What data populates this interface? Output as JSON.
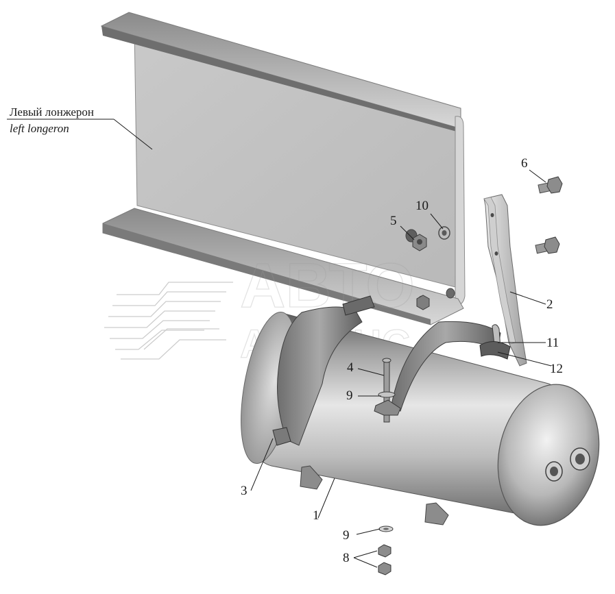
{
  "callouts": [
    {
      "id": "1",
      "text": "1"
    },
    {
      "id": "2",
      "text": "2"
    },
    {
      "id": "3",
      "text": "3"
    },
    {
      "id": "4",
      "text": "4"
    },
    {
      "id": "5",
      "text": "5"
    },
    {
      "id": "6",
      "text": "6"
    },
    {
      "id": "8",
      "text": "8"
    },
    {
      "id": "9a",
      "text": "9"
    },
    {
      "id": "9b",
      "text": "9"
    },
    {
      "id": "10",
      "text": "10"
    },
    {
      "id": "11",
      "text": "11"
    },
    {
      "id": "12",
      "text": "12"
    }
  ],
  "part_label": {
    "ru": "Левый лонжерон",
    "en": "left longeron"
  },
  "watermark": {
    "line1": "АВТО",
    "line2": "АЛЬЯНС"
  }
}
